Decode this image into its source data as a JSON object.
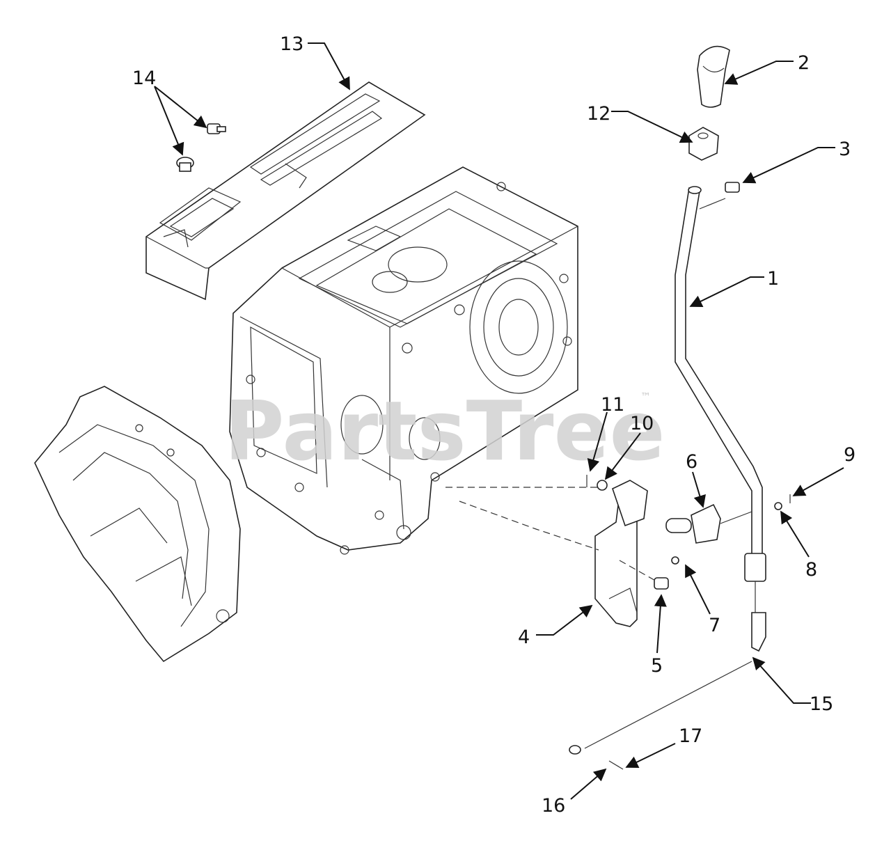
{
  "watermark": {
    "text": "PartsTree",
    "trademark": "™"
  },
  "callouts": [
    {
      "id": "1",
      "text": "1"
    },
    {
      "id": "2",
      "text": "2"
    },
    {
      "id": "3",
      "text": "3"
    },
    {
      "id": "4",
      "text": "4"
    },
    {
      "id": "5",
      "text": "5"
    },
    {
      "id": "6",
      "text": "6"
    },
    {
      "id": "7",
      "text": "7"
    },
    {
      "id": "8",
      "text": "8"
    },
    {
      "id": "9",
      "text": "9"
    },
    {
      "id": "10",
      "text": "10"
    },
    {
      "id": "11",
      "text": "11"
    },
    {
      "id": "12",
      "text": "12"
    },
    {
      "id": "13",
      "text": "13"
    },
    {
      "id": "14",
      "text": "14"
    },
    {
      "id": "15",
      "text": "15"
    },
    {
      "id": "16",
      "text": "16"
    },
    {
      "id": "17",
      "text": "17"
    }
  ]
}
